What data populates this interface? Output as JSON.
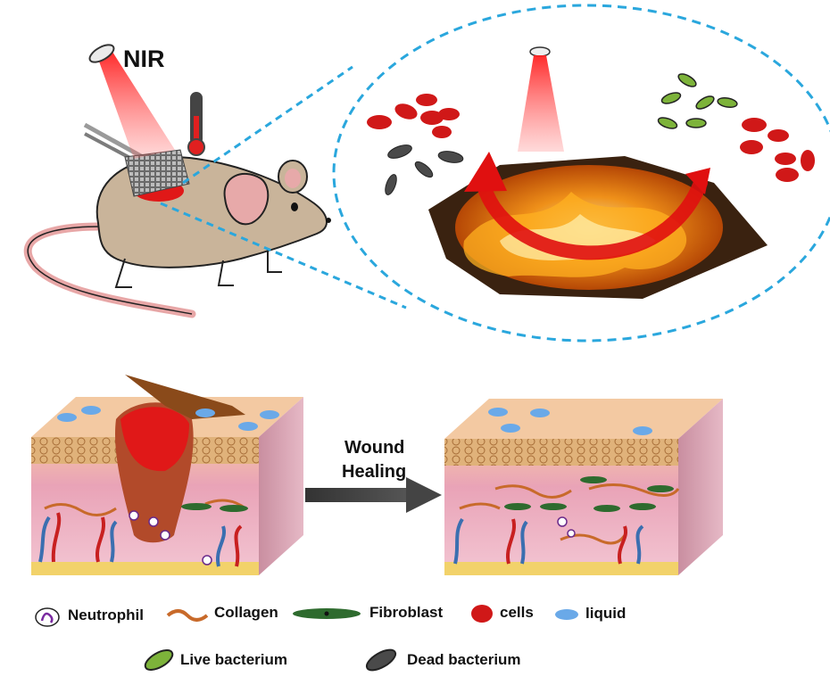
{
  "labels": {
    "nir": "NIR",
    "arrow_line1": "Wound",
    "arrow_line2": "Healing"
  },
  "legend": {
    "neutrophil": "Neutrophil",
    "collagen": "Collagen",
    "fibroblast": "Fibroblast",
    "cells": "cells",
    "liquid": "liquid",
    "live_bacterium": "Live bacterium",
    "dead_bacterium": "Dead bacterium"
  },
  "colors": {
    "laser": "#ff3b3b",
    "zoom_outline": "#2aa7dd",
    "mouse_body": "#c9b49a",
    "mouse_ear": "#e7a9a9",
    "blood_cell": "#d01818",
    "collagen": "#c86a2a",
    "fibroblast": "#2e6b2e",
    "liquid": "#6aa9e8",
    "skin_pink": "#f2b8c4",
    "skin_top": "#f3c9a2",
    "epidermis": "#d9a86a",
    "fire": "#ff8a00",
    "live_bacterium": "#7db33a",
    "dead_bacterium": "#555555"
  }
}
